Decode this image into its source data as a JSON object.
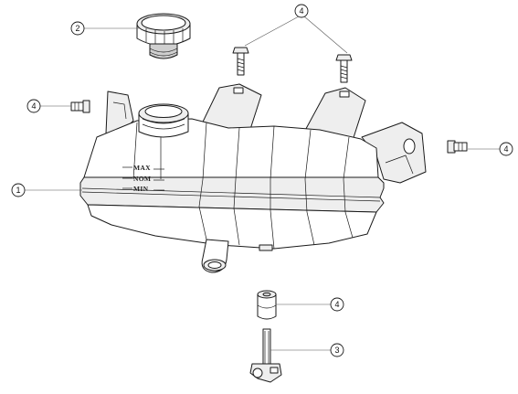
{
  "callouts": {
    "cap": "2",
    "bolt_top": "4",
    "bolt_left": "4",
    "bolt_right": "4",
    "reservoir": "1",
    "bushing": "4",
    "sensor": "3"
  },
  "level_marks": {
    "max": "MAX",
    "nom": "NOM",
    "min": "MIN"
  },
  "colors": {
    "line": "#1a1a1a",
    "fill": "#ffffff",
    "shade": "#eeeeee"
  }
}
